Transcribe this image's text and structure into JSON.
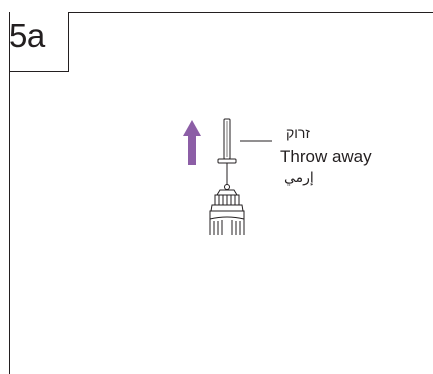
{
  "step": {
    "label": "5a"
  },
  "callout": {
    "hebrew": "זרוק",
    "english": "Throw away",
    "arabic": "إرمي"
  },
  "colors": {
    "arrow": "#8c5ea6",
    "line": "#231f20"
  },
  "icons": {
    "arrow": "up-arrow-icon",
    "needle": "needle-icon",
    "pen": "injection-pen-icon"
  }
}
